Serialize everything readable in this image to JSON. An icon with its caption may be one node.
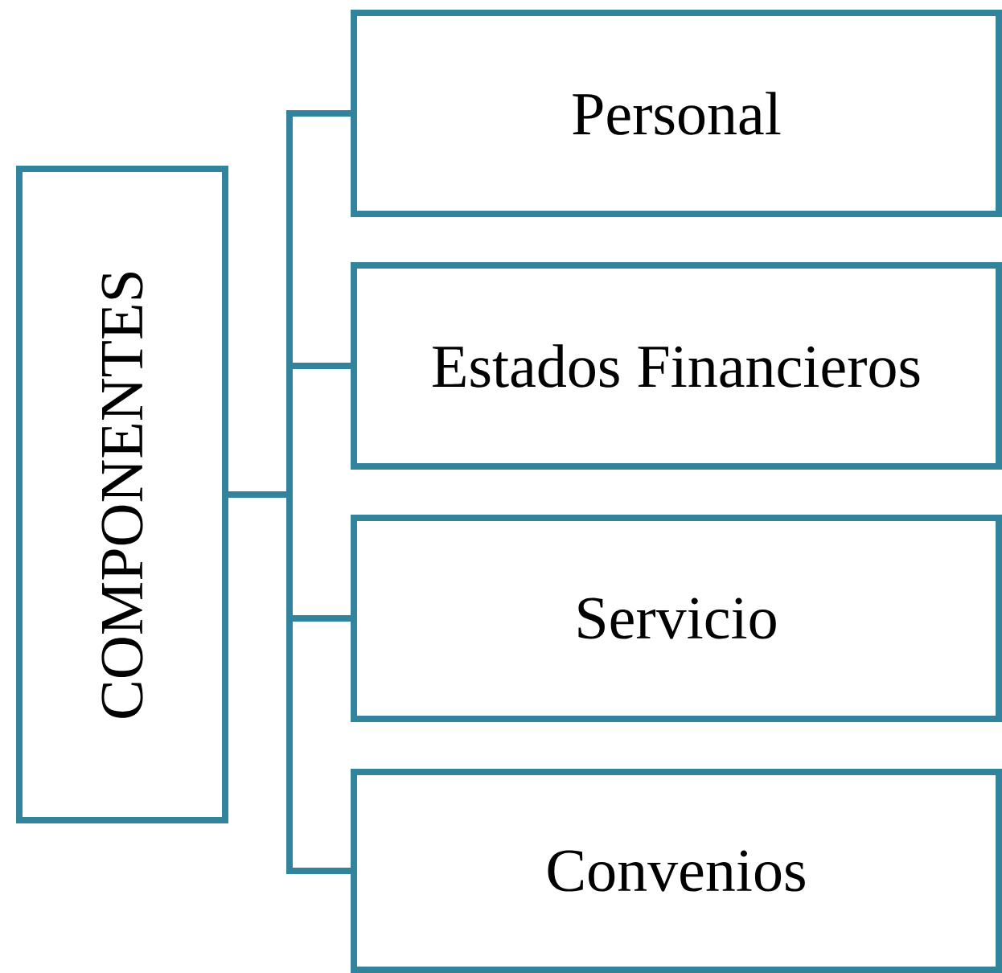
{
  "diagram": {
    "nodes": [
      {
        "text": [
          "COMPONENTES"
        ]
      },
      {
        "text": [
          "Personal"
        ]
      },
      {
        "text": [
          "Estados Financieros"
        ]
      },
      {
        "text": [
          "Servicio"
        ]
      },
      {
        "text": [
          "Convenios"
        ]
      }
    ],
    "edges": [
      {
        "from": 0,
        "to": 1,
        "arrow": "none"
      },
      {
        "from": 0,
        "to": 2,
        "arrow": "none"
      },
      {
        "from": 0,
        "to": 3,
        "arrow": "none"
      },
      {
        "from": 0,
        "to": 4,
        "arrow": "none"
      }
    ]
  }
}
